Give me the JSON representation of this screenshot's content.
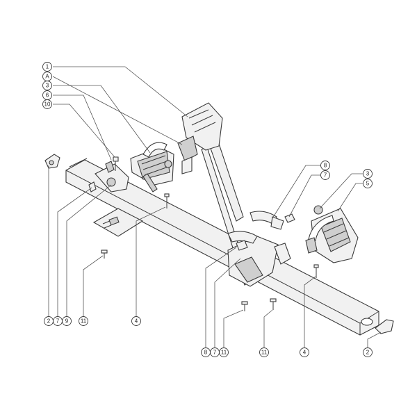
{
  "diagram": {
    "callouts_left_column": [
      "1",
      "A",
      "3",
      "6",
      "10"
    ],
    "callouts_right_upper": [
      "8",
      "7"
    ],
    "callouts_right_column": [
      "3",
      "5"
    ],
    "callouts_bottom_left": [
      "2",
      "7",
      "9",
      "11",
      "4"
    ],
    "callouts_bottom_center": [
      "8",
      "7",
      "11",
      "11",
      "4",
      "2"
    ]
  }
}
